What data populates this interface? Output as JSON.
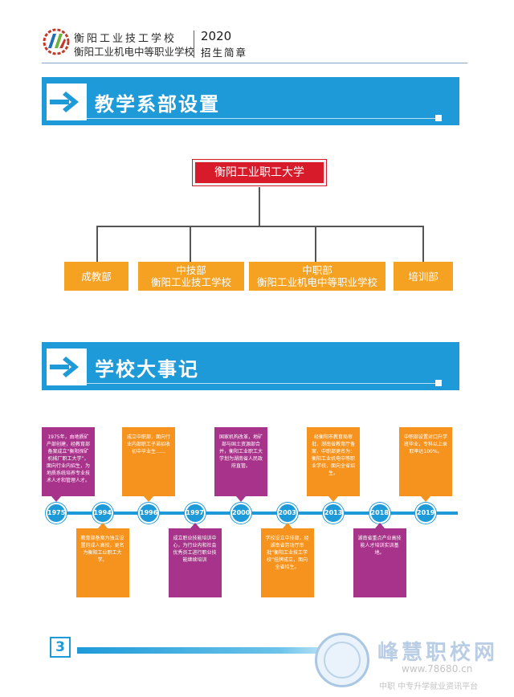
{
  "header": {
    "school_line1": "衡阳工业技工学校",
    "school_line2": "衡阳工业机电中等职业学校",
    "year": "2020",
    "subtitle": "招生简章"
  },
  "sections": {
    "departments_title": "教学系部设置",
    "events_title": "学校大事记"
  },
  "org_chart": {
    "root": "衡阳工业职工大学",
    "departments": [
      {
        "line1": "成教部",
        "line2": ""
      },
      {
        "line1": "中技部",
        "line2": "衡阳工业技工学校"
      },
      {
        "line1": "中职部",
        "line2": "衡阳工业机电中等职业学校"
      },
      {
        "line1": "培训部",
        "line2": ""
      }
    ]
  },
  "timeline": {
    "years": [
      "1975",
      "1994",
      "1996",
      "1997",
      "2000",
      "2003",
      "2013",
      "2018",
      "2019"
    ],
    "events": [
      {
        "year": "1975",
        "color": "#a8338a",
        "position": "above",
        "text": "1975年，由地质矿产部创建，经教育部备案成立“衡阳探矿机械厂职工大学”，面向行业内招生，为地质系统培养专业技术人才和管理人才。"
      },
      {
        "year": "1994",
        "color": "#f5931e",
        "position": "below",
        "text": "教育部备案为独立设置的成人高校，更名为衡阳工业职工大学。"
      },
      {
        "year": "1996",
        "color": "#f5931e",
        "position": "above",
        "text": "成立中职部，面向行业内部职工子弟招收初中毕业生……"
      },
      {
        "year": "1997",
        "color": "#a8338a",
        "position": "below",
        "text": "成立职业技能培训中心，为行业内和社会优秀员工进行职业技能继续培训"
      },
      {
        "year": "2000",
        "color": "#a8338a",
        "position": "above",
        "text": "国家机构改革，地矿部与国土资源部合并，衡阳工业职工大学划为湖南省人民政府直管。"
      },
      {
        "year": "2003",
        "color": "#f5931e",
        "position": "below",
        "text": "学校设立中技部，经湖南省劳动厅审批“衡阳工业技工学校”挂牌成立，面向全省招生。"
      },
      {
        "year": "2013",
        "color": "#f5931e",
        "position": "above",
        "text": "经衡阳市教育局审批，湖南省教育厅备案，中职部更名为：衡阳工业机电中等职业学校，面向全省招生。"
      },
      {
        "year": "2018",
        "color": "#a8338a",
        "position": "below",
        "text": "湖南省重点产业高技能人才培训实训基地。"
      },
      {
        "year": "2019",
        "color": "#f5931e",
        "position": "above",
        "text": "中职部设置对口升学班毕业，专科以上录取率达100%。"
      }
    ]
  },
  "footer": {
    "page_number": "3",
    "watermark_title": "峰慧职校网",
    "watermark_url": "www.78680.cn",
    "watermark_sub": "中职 中专升学就业资讯平台",
    "accent_color": "#1e9ad8"
  }
}
